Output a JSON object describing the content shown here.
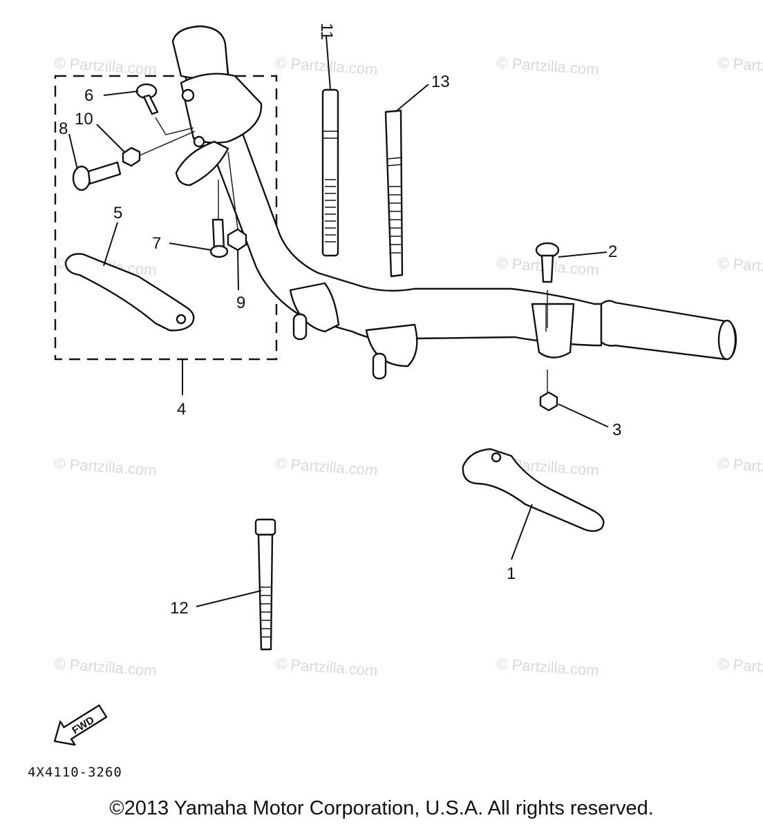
{
  "watermark": "© Partzilla.com",
  "callouts": {
    "p1": "1",
    "p2": "2",
    "p3": "3",
    "p4": "4",
    "p5": "5",
    "p6": "6",
    "p7": "7",
    "p8": "8",
    "p9": "9",
    "p10": "10",
    "p11": "11",
    "p12": "12",
    "p13": "13"
  },
  "fwd_label": "FWD",
  "diagram_code": "4X4110-3260",
  "copyright": "©2013  Yamaha Motor Corporation, U.S.A. All rights reserved."
}
